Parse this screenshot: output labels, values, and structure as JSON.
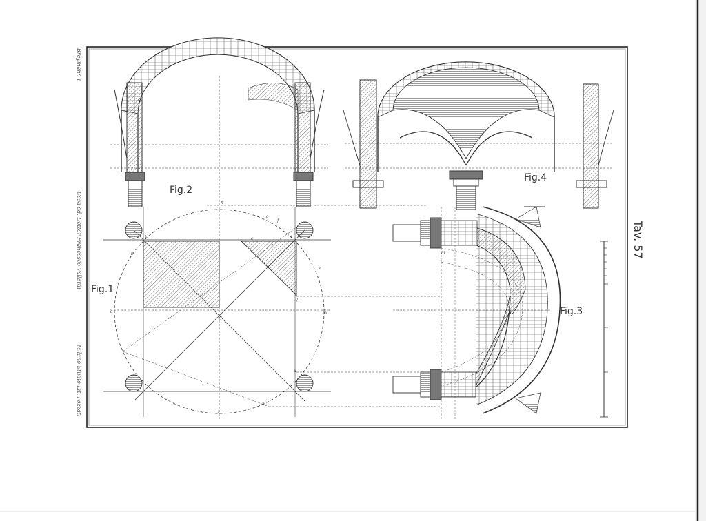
{
  "plate": {
    "number": "Tav. 57",
    "figures": [
      "Fig.1",
      "Fig.2",
      "Fig.3",
      "Fig.4"
    ],
    "side_credit_top": "Breymann I",
    "side_credit_middle": "Casa ed. Dottor Francesco Vallardi",
    "side_credit_bottom": "Milano Studio Lit. Pozzati"
  },
  "point_labels": [
    "h",
    "a",
    "b",
    "g",
    "e",
    "f",
    "c",
    "d",
    "i",
    "k",
    "m",
    "l",
    "n",
    "o",
    "p",
    "r",
    "s",
    "u"
  ]
}
